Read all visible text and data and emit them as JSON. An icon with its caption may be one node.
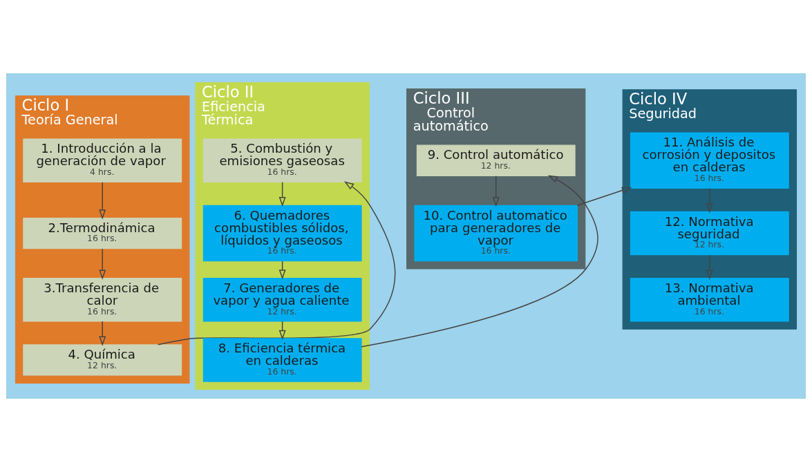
{
  "diagram": {
    "nodes": [
      {
        "text": [
          "Ciclo I",
          "Teoría General"
        ]
      },
      {
        "text": [
          "1. Introducción a la generación de vapor",
          "4 hrs."
        ],
        "in": 0
      },
      {
        "text": [
          "2.Termodinámica",
          "16 hrs."
        ],
        "in": 0
      },
      {
        "text": [
          "3.Transferencia de calor",
          "16 hrs."
        ],
        "in": 0
      },
      {
        "text": [
          "4. Química",
          "12 hrs."
        ],
        "in": 0
      },
      {
        "text": [
          "Ciclo II",
          "Eficiencia Térmica"
        ]
      },
      {
        "text": [
          "5. Combustión y emisiones gaseosas",
          "16 hrs."
        ],
        "in": 5
      },
      {
        "text": [
          "6. Quemadores combustibles sólidos, líquidos y gaseosos",
          "16 hrs."
        ],
        "in": 5
      },
      {
        "text": [
          "7. Generadores de vapor y agua caliente",
          "12 hrs."
        ],
        "in": 5
      },
      {
        "text": [
          "8. Eficiencia térmica en calderas",
          "16 hrs."
        ],
        "in": 5
      },
      {
        "text": [
          "Ciclo III",
          "Control automático"
        ]
      },
      {
        "text": [
          "9. Control automático",
          "12 hrs."
        ],
        "in": 10
      },
      {
        "text": [
          "10. Control automatico para generadores de vapor",
          "16 hrs."
        ],
        "in": 10
      },
      {
        "text": [
          "Ciclo IV",
          "Seguridad"
        ]
      },
      {
        "text": [
          "11. Análisis de corrosión y depositos en calderas",
          "16 hrs."
        ],
        "in": 13
      },
      {
        "text": [
          "12. Normativa seguridad",
          "12 hrs."
        ],
        "in": 13
      },
      {
        "text": [
          "13. Normativa ambiental",
          "16 hrs."
        ],
        "in": 13
      }
    ],
    "edges": [
      {
        "from": 1,
        "to": 2,
        "arrow": "to"
      },
      {
        "from": 2,
        "to": 3,
        "arrow": "to"
      },
      {
        "from": 3,
        "to": 4,
        "arrow": "to"
      },
      {
        "from": 4,
        "to": 6,
        "arrow": "to"
      },
      {
        "from": 6,
        "to": 7,
        "arrow": "to"
      },
      {
        "from": 7,
        "to": 8,
        "arrow": "to"
      },
      {
        "from": 8,
        "to": 9,
        "arrow": "to"
      },
      {
        "from": 9,
        "to": 11,
        "arrow": "to"
      },
      {
        "from": 11,
        "to": 12,
        "arrow": "to"
      },
      {
        "from": 12,
        "to": 14,
        "arrow": "to"
      },
      {
        "from": 14,
        "to": 15,
        "arrow": "to"
      },
      {
        "from": 15,
        "to": 16,
        "arrow": "to"
      }
    ]
  }
}
